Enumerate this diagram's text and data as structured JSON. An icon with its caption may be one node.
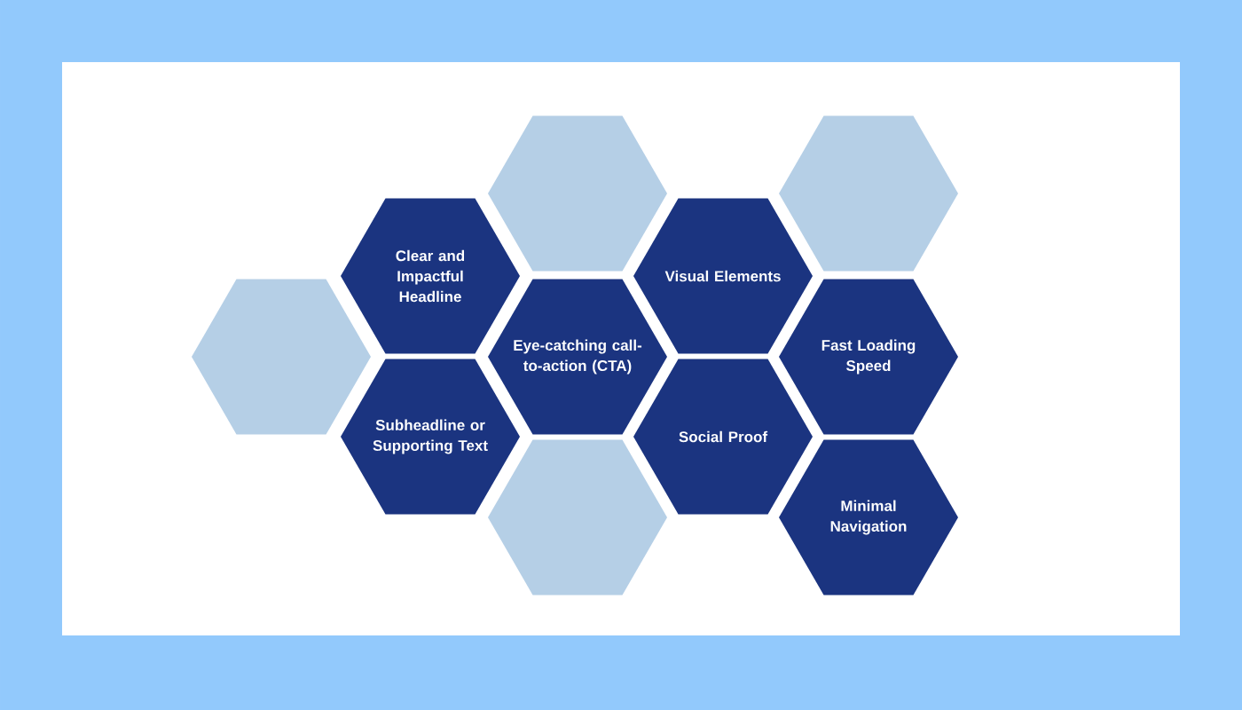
{
  "diagram": {
    "nodes": [
      {
        "text": [],
        "shape": "hexagon"
      },
      {
        "text": [
          "Clear and Impactful Headline"
        ]
      },
      {
        "text": [
          "Subheadline or Supporting Text"
        ]
      },
      {
        "text": [],
        "shape": "hexagon"
      },
      {
        "text": [
          "Eye-catching call-to-action (CTA)"
        ]
      },
      {
        "text": [],
        "shape": "hexagon"
      },
      {
        "text": [
          "Visual Elements"
        ]
      },
      {
        "text": [
          "Social Proof"
        ]
      },
      {
        "text": [],
        "shape": "hexagon"
      },
      {
        "text": [
          "Fast Loading Speed"
        ]
      },
      {
        "text": [
          "Minimal Navigation"
        ]
      }
    ]
  }
}
